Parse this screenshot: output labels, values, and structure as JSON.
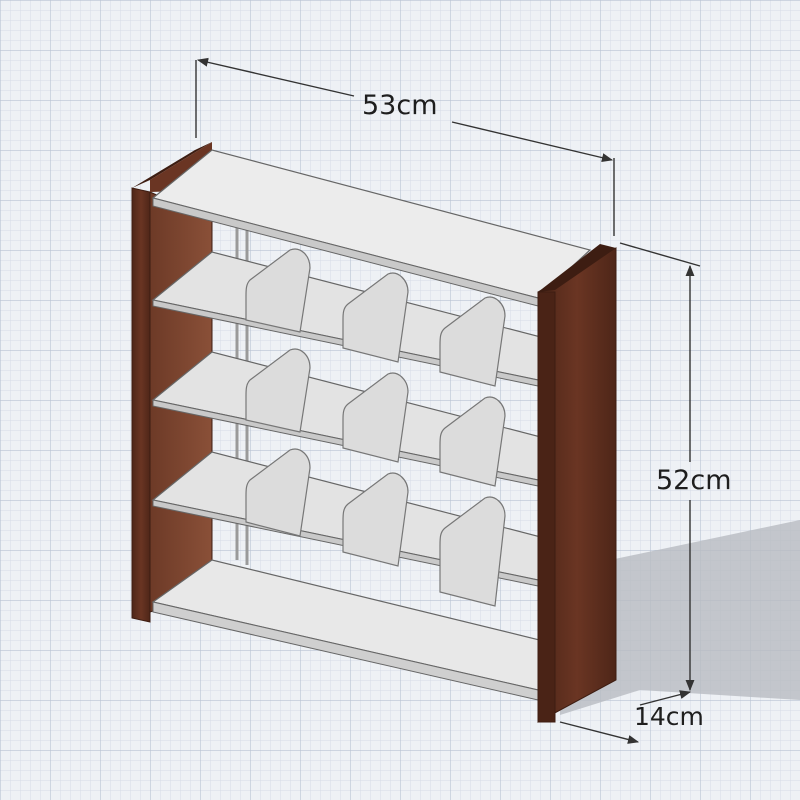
{
  "dimensions": {
    "width": "53cm",
    "height": "52cm",
    "depth": "14cm"
  },
  "colors": {
    "background": "#eef1f5",
    "grid_minor": "#d6dce6",
    "grid_major": "#b9c3d3",
    "wood_front": "#5c2e1d",
    "wood_side": "#7a4430",
    "wood_edge": "#3d1d12",
    "shelf": "#e6e6e6",
    "shelf_edge": "#f7f7f7",
    "divider": "#dcdcdc",
    "divider_edge": "#f5f5f5",
    "outline": "#555555",
    "shadow": "#b8bcc2",
    "dimension_line": "#333333"
  }
}
